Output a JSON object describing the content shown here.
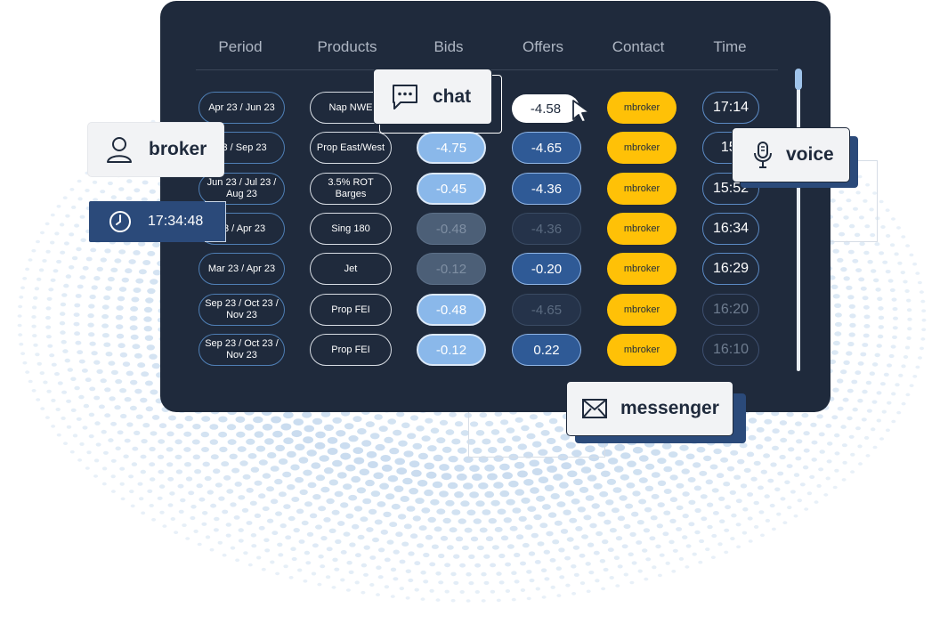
{
  "headers": {
    "period": "Period",
    "products": "Products",
    "bids": "Bids",
    "offers": "Offers",
    "contact": "Contact",
    "time": "Time"
  },
  "rows": [
    {
      "period": "Apr 23 / Jun 23",
      "product": "Nap NWE",
      "bid": "",
      "offer": "-4.58",
      "contact": "mbroker",
      "time": "17:14",
      "bid_state": "hidden",
      "offer_state": "popup",
      "time_state": "normal"
    },
    {
      "period": "23 / Sep 23",
      "product": "Prop East/West",
      "bid": "-4.75",
      "offer": "-4.65",
      "contact": "mbroker",
      "time": "15:",
      "bid_state": "bright",
      "offer_state": "bright",
      "time_state": "normal"
    },
    {
      "period": "Jun 23 / Jul 23 / Aug 23",
      "product": "3.5% ROT Barges",
      "bid": "-0.45",
      "offer": "-4.36",
      "contact": "mbroker",
      "time": "15:52",
      "bid_state": "bright",
      "offer_state": "bright",
      "time_state": "normal"
    },
    {
      "period": "23 / Apr 23",
      "product": "Sing 180",
      "bid": "-0.48",
      "offer": "-4.36",
      "contact": "mbroker",
      "time": "16:34",
      "bid_state": "dim",
      "offer_state": "dim",
      "time_state": "normal"
    },
    {
      "period": "Mar 23 / Apr 23",
      "product": "Jet",
      "bid": "-0.12",
      "offer": "-0.20",
      "contact": "mbroker",
      "time": "16:29",
      "bid_state": "dim",
      "offer_state": "bright",
      "time_state": "normal"
    },
    {
      "period": "Sep 23 / Oct 23 / Nov 23",
      "product": "Prop FEI",
      "bid": "-0.48",
      "offer": "-4.65",
      "contact": "mbroker",
      "time": "16:20",
      "bid_state": "bright",
      "offer_state": "dim",
      "time_state": "dim"
    },
    {
      "period": "Sep 23 / Oct 23 / Nov 23",
      "product": "Prop FEI",
      "bid": "-0.12",
      "offer": "0.22",
      "contact": "mbroker",
      "time": "16:10",
      "bid_state": "bright",
      "offer_state": "bright",
      "time_state": "dim"
    }
  ],
  "cards": {
    "chat": "chat",
    "broker": "broker",
    "voice": "voice",
    "messenger": "messenger",
    "clock_time": "17:34:48"
  },
  "icons": {
    "chat": "chat-bubble-icon",
    "broker": "person-icon",
    "voice": "microphone-icon",
    "messenger": "envelope-icon",
    "clock": "clock-icon",
    "cursor": "pointer-cursor-icon"
  },
  "colors": {
    "panel": "#1f2a3c",
    "contact": "#ffc107",
    "bid_bright": "#8ab8ea",
    "offer_bright": "#2f5a96",
    "dots": "#c9dcef"
  }
}
